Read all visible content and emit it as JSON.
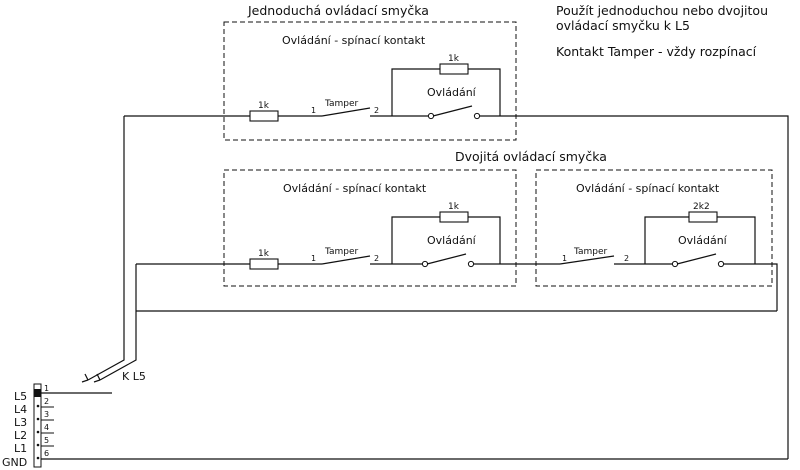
{
  "titles": {
    "single_loop": "Jednoduchá ovládací smyčka",
    "double_loop": "Dvojitá ovládací smyčka"
  },
  "notes": {
    "line1": "Použít jednoduchou nebo dvojitou",
    "line2": "ovládací smyčku k L5",
    "line3": "Kontakt Tamper - vždy rozpínací"
  },
  "box_label": "Ovládání - spínací kontakt",
  "switch_label": "Ovládání",
  "tamper_label": "Tamper",
  "pin1": "1",
  "pin2": "2",
  "resistors": {
    "r_1k": "1k",
    "r_2k2": "2k2"
  },
  "arrow_label": "K L5",
  "terminal": {
    "labels": [
      "L5",
      "L4",
      "L3",
      "L2",
      "L1",
      "GND"
    ],
    "numbers": [
      "1",
      "2",
      "3",
      "4",
      "5",
      "6"
    ]
  }
}
